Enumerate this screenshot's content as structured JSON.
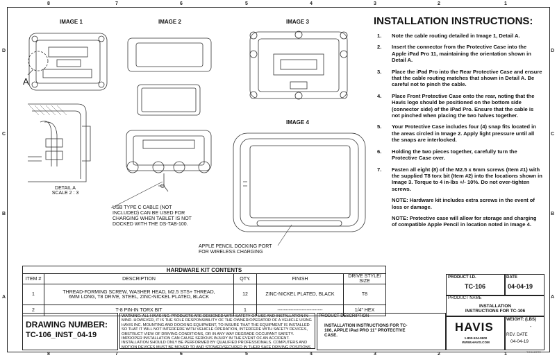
{
  "zones": {
    "top": [
      "8",
      "7",
      "6",
      "5",
      "4",
      "3",
      "2",
      "1"
    ],
    "bottom": [
      "8",
      "7",
      "6",
      "5",
      "4",
      "3",
      "2",
      "1"
    ],
    "left": [
      "D",
      "C",
      "B",
      "A"
    ],
    "right": [
      "D",
      "C",
      "B",
      "A"
    ]
  },
  "images": {
    "image1": "IMAGE 1",
    "image2": "IMAGE 2",
    "image3": "IMAGE 3",
    "image4": "IMAGE 4"
  },
  "detail": {
    "marker": "A",
    "label": "DETAIL A",
    "scale": "SCALE 2 : 3"
  },
  "callouts": {
    "usb": [
      "USB TYPE C CABLE (NOT",
      "INCLUDED)  CAN BE USED FOR",
      "CHARGING WHEN TABLET IS NOT",
      "DOCKED WITH THE DS-TAB-100."
    ],
    "pencil": [
      "APPLE PENCIL DOCKING PORT",
      "FOR WIRELESS CHARGING"
    ]
  },
  "instructions": {
    "title": "INSTALLATION INSTRUCTIONS:",
    "steps": [
      {
        "num": "1.",
        "text": "Note the cable routing detailed in Image 1, Detail A."
      },
      {
        "num": "2.",
        "text": "Insert the connector from the Protective Case into the Apple iPad Pro 11, maintaining the orientation shown in Detail A."
      },
      {
        "num": "3.",
        "text": "Place the iPad Pro into the Rear Protective Case and ensure that the cable routing matches that shown in Detail A. Be careful not to pinch the cable."
      },
      {
        "num": "4.",
        "text": "Place Front Protective Case onto the rear, noting that the Havis logo should be positioned on the bottom side (connector side) of the iPad Pro. Ensure that the cable is not pinched when placing the two halves together."
      },
      {
        "num": "5.",
        "text": "Your Protective Case includes four (4) snap fits located in the areas circled in Image 2. Apply light pressure until all the snaps are interlocked."
      },
      {
        "num": "6.",
        "text": "Holding the two pieces together, carefully turn the Protective Case over."
      },
      {
        "num": "7.",
        "text": "Fasten all eight (8) of the M2.5 x 6mm screws (Item #1) with the supplied T8 torx bit (Item #2) into the locations shown in Image 3. Torque to 4 in-lbs +/- 10%. Do not over-tighten screws."
      }
    ],
    "notes": [
      "NOTE: Hardware kit includes extra screws in the event of loss or damage.",
      "NOTE: Protective case will allow for storage and charging of compatible Apple Pencil in location noted in Image 4."
    ]
  },
  "hardware_kit": {
    "caption": "HARDWARE KIT CONTENTS",
    "headers": [
      "ITEM #",
      "DESCRIPTION",
      "QTY.",
      "FINISH",
      "DRIVE STYLE/ SIZE"
    ],
    "rows": [
      {
        "item": "1",
        "description": [
          "THREAD-FORMING SCREW,  WASHER HEAD, M2.5 STS+ THREAD,",
          "6MM LONG, T8 DRIVE, STEEL, ZINC-NICKEL PLATED, BLACK"
        ],
        "qty": "12",
        "finish": "ZINC-NICKEL PLATED, BLACK",
        "drive": "T8"
      },
      {
        "item": "2",
        "description": [
          "T-8 PIN-IN TORX BIT"
        ],
        "qty": "1",
        "finish": "----------------------------",
        "drive": "1/4\" HEX"
      }
    ]
  },
  "title_block": {
    "drawing_number_label": "DRAWING NUMBER:",
    "drawing_number": "TC-106_INST_04-19",
    "warning": "WARNING: ALL HAVIS INC. PRODUCTS ARE DESIGNED WITH SAFETY OF USE AND INSTALLATION IN MIND. HOWEVER, IT IS THE SOLE RESPONSIBILITY OF THE OWNER/OPERATOR OF A VEHICLE USING HAVIS INC. MOUNTING AND DOCKING EQUIPMENT, TO INSURE THAT THE EQUIPMENT IS INSTALLED SO THAT IT WILL NOT INTERFERE WITH VEHICLE OPERATION, INTERFERE WITH SAFETY DEVICES, OBSTRUCT VIEW OF DRIVING CONDITIONS, OR IN ANY WAY DEGRADE OCCUPANT SAFETY.  IMPROPER INSTALLATION CAN CAUSE SERIOUS INJURY IN THE EVENT OF AN ACCIDENT.  INSTALLATION SHOULD ONLY BE PERFORMED BY QUALIFIED PROFESSIONALS.  COMPUTERS AND MOTION DEVICES MUST BE MOVED TO AND STOWED/SECURED IN THEIR SAFE DRIVING POSITIONS BEFORE OPERATING VEHICLE.",
    "product_description_label": "PRODUCT DESCRIPTION",
    "product_description": "INSTALLATION INSTRUCTIONS FOR TC-106, APPLE iPad PRO 11\" PROTECTIVE CASE.",
    "product_id_label": "PRODUCT I.D.",
    "product_id": "TC-106",
    "date_label": "DATE",
    "date": "04-04-19",
    "product_name_label": "PRODUCT NAME",
    "product_name": [
      "INSTALLATION",
      "INSTRUCTIONS FOR TC-106"
    ],
    "logo": "HAVIS",
    "phone": "1-800-524-9900",
    "website": "WWW.HAVIS.COM",
    "weight_label": "WEIGHT: (LBS)",
    "weight": "-",
    "rev_date_label": "REV. DATE",
    "rev_date": "04-04-19",
    "sheet_ref": "TCSHEET2"
  }
}
